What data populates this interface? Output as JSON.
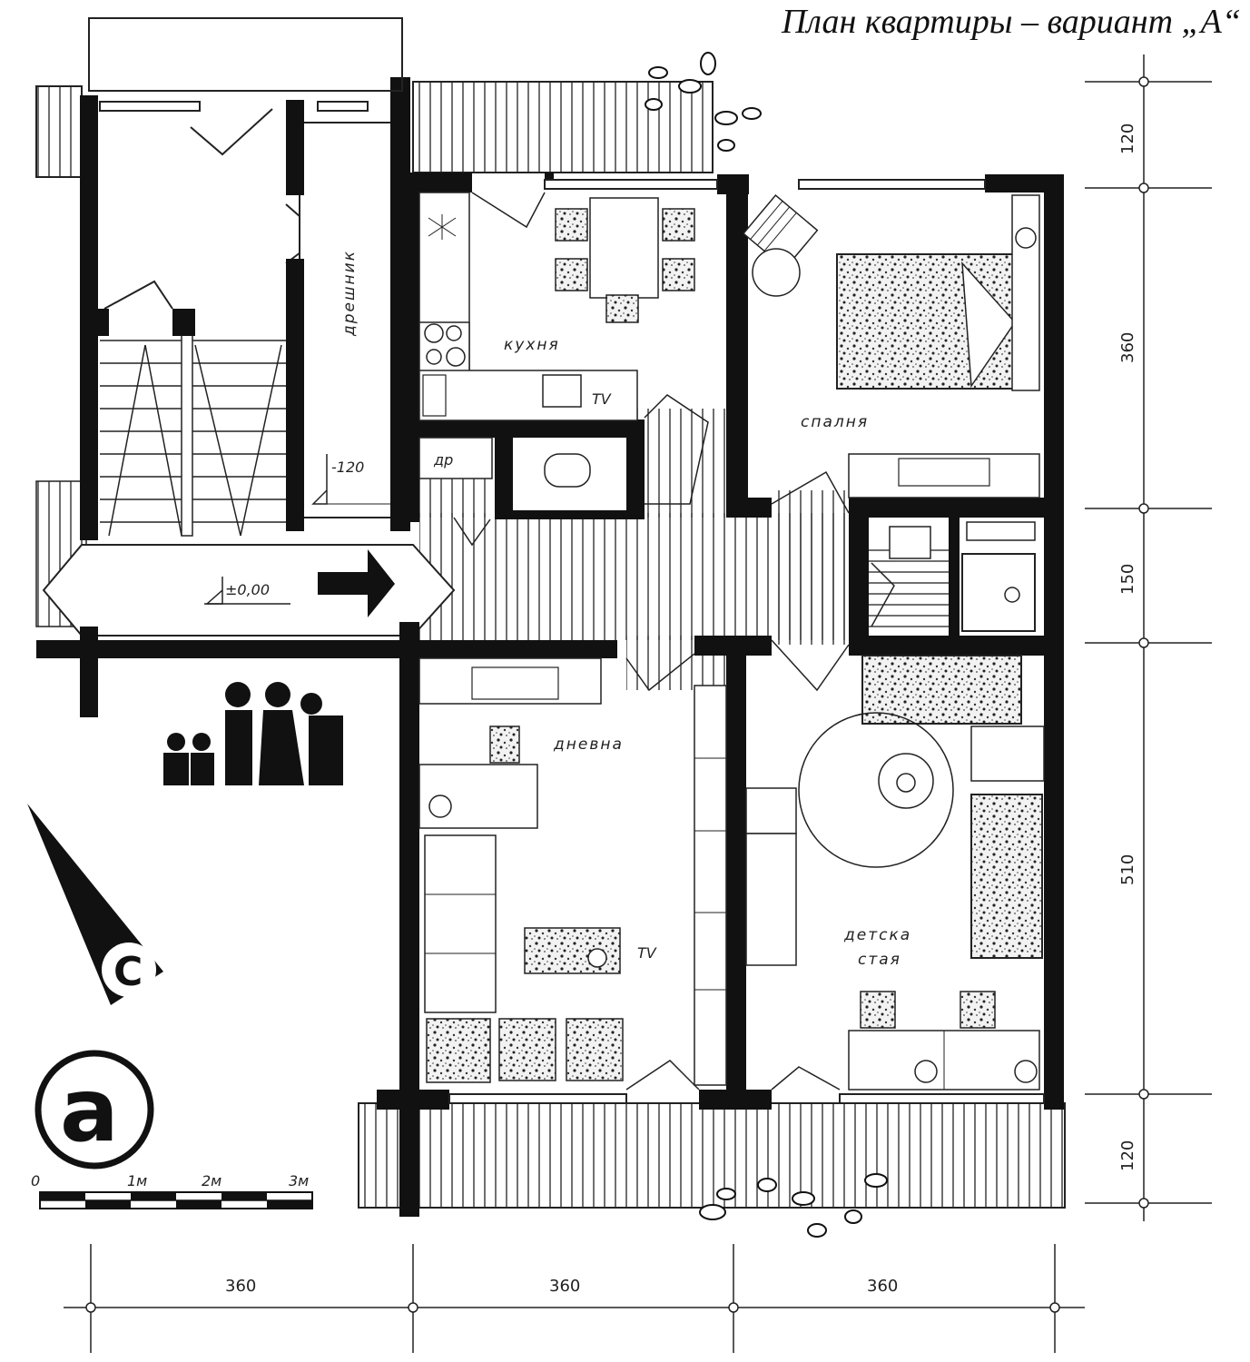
{
  "title": "План квартиры – вариант „А“",
  "rooms": {
    "kitchen": "кухня",
    "bedroom": "спалня",
    "living": "дневна",
    "nursery_1": "детска",
    "nursery_2": "стая",
    "pantry": "дрешник",
    "dr": "др",
    "tv_living": "TV",
    "tv_kitchen": "TV"
  },
  "levels": {
    "landing": "±0,00",
    "stair": "-120"
  },
  "dimensions": {
    "vertical": [
      "120",
      "360",
      "150",
      "510",
      "120"
    ],
    "horizontal": [
      "360",
      "360",
      "360"
    ]
  },
  "north_letter": "С",
  "variant_letter": "а",
  "scale": {
    "labels": [
      "0",
      "1м",
      "2м",
      "3м"
    ]
  }
}
